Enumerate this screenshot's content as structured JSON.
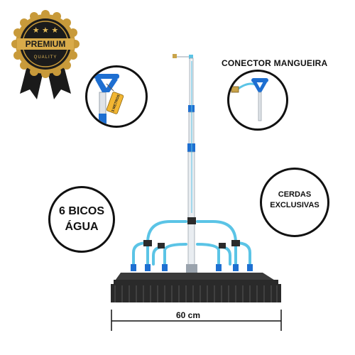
{
  "badge": {
    "top_text": "PREMIUM",
    "bottom_text": "QUALITY",
    "stars": "★ ★ ★"
  },
  "callouts": {
    "water_nozzles": {
      "line1": "6 BICOS",
      "line2": "ÁGUA"
    },
    "bristles": {
      "line1": "CERDAS",
      "line2": "EXCLUSIVAS"
    },
    "hose_connector": {
      "label": "CONECTOR MANGUEIRA"
    },
    "handle_tag": {
      "text": "3 METROS"
    }
  },
  "dimension": {
    "width_label": "60 cm"
  },
  "colors": {
    "accent_blue": "#1e6fd1",
    "hose_blue": "#5bc4e6",
    "pole_silver": "#dfe3e8",
    "bristle_black": "#2a2a2a",
    "badge_gold": "#c89a3a",
    "tag_yellow": "#f2b632"
  }
}
